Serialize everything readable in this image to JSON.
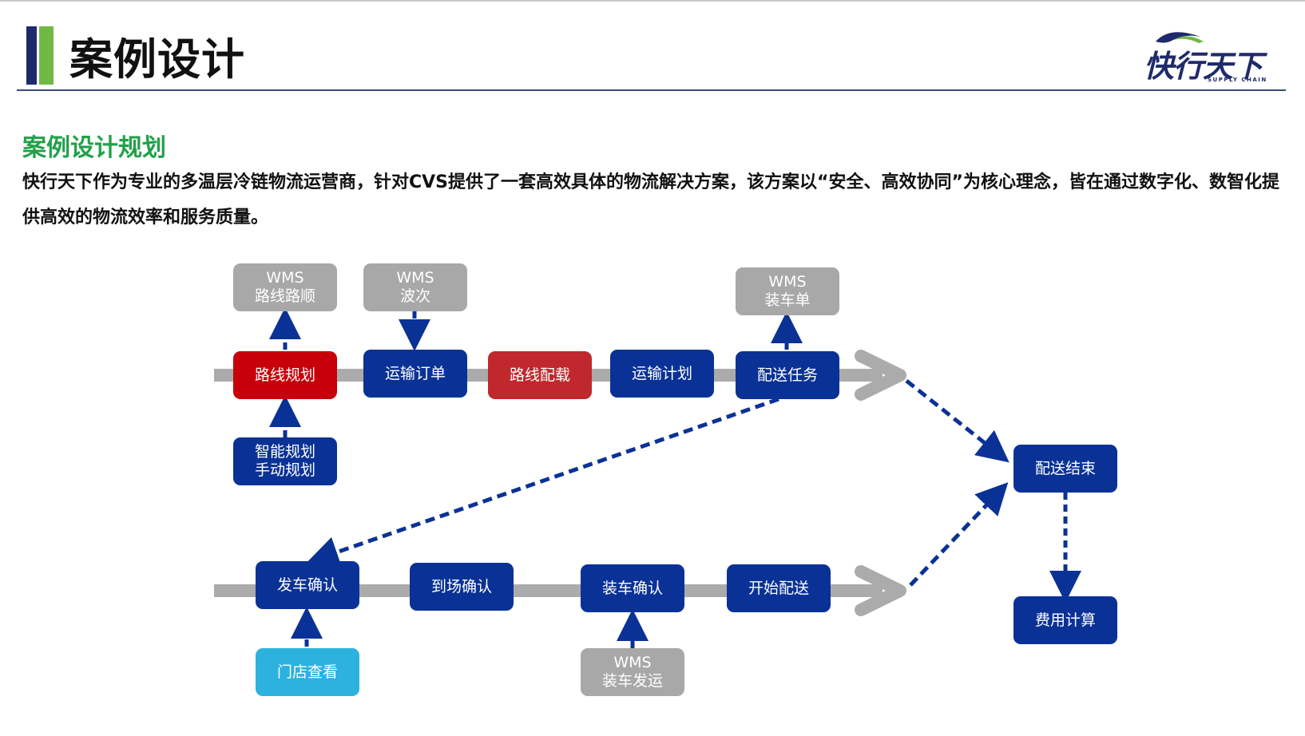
{
  "header": {
    "title": "案例设计",
    "logo_text": "快行天下",
    "logo_sub": "SUPPLY CHAIN"
  },
  "section": {
    "subtitle": "案例设计规划",
    "description": "快行天下作为专业的多温层冷链物流运营商，针对CVS提供了一套高效具体的物流解决方案，该方案以“安全、高效协同”为核心理念，皆在通过数字化、数智化提供高效的物流效率和服务质量。"
  },
  "flow": {
    "top_row": {
      "route_planning": "路线规划",
      "transport_order": "运输订单",
      "route_loading": "路线配载",
      "transport_plan": "运输计划",
      "delivery_task": "配送任务"
    },
    "top_notes": {
      "wms_route": [
        "WMS",
        "路线路顺"
      ],
      "wms_wave": [
        "WMS",
        "波次"
      ],
      "wms_loading_list": [
        "WMS",
        "装车单"
      ],
      "smart_planning": [
        "智能规划",
        "手动规划"
      ]
    },
    "bottom_row": {
      "departure_confirm": "发车确认",
      "arrival_confirm": "到场确认",
      "loading_confirm": "装车确认",
      "start_delivery": "开始配送"
    },
    "bottom_notes": {
      "store_view": "门店查看",
      "wms_loading_dispatch": [
        "WMS",
        "装车发运"
      ]
    },
    "end": {
      "delivery_end": "配送结束",
      "fee_calc": "费用计算"
    }
  },
  "colors": {
    "navy": "#0a3296",
    "gray": "#a8a8a8",
    "red": "#c8000a",
    "cyan": "#2db2e0",
    "green": "#21a149"
  }
}
